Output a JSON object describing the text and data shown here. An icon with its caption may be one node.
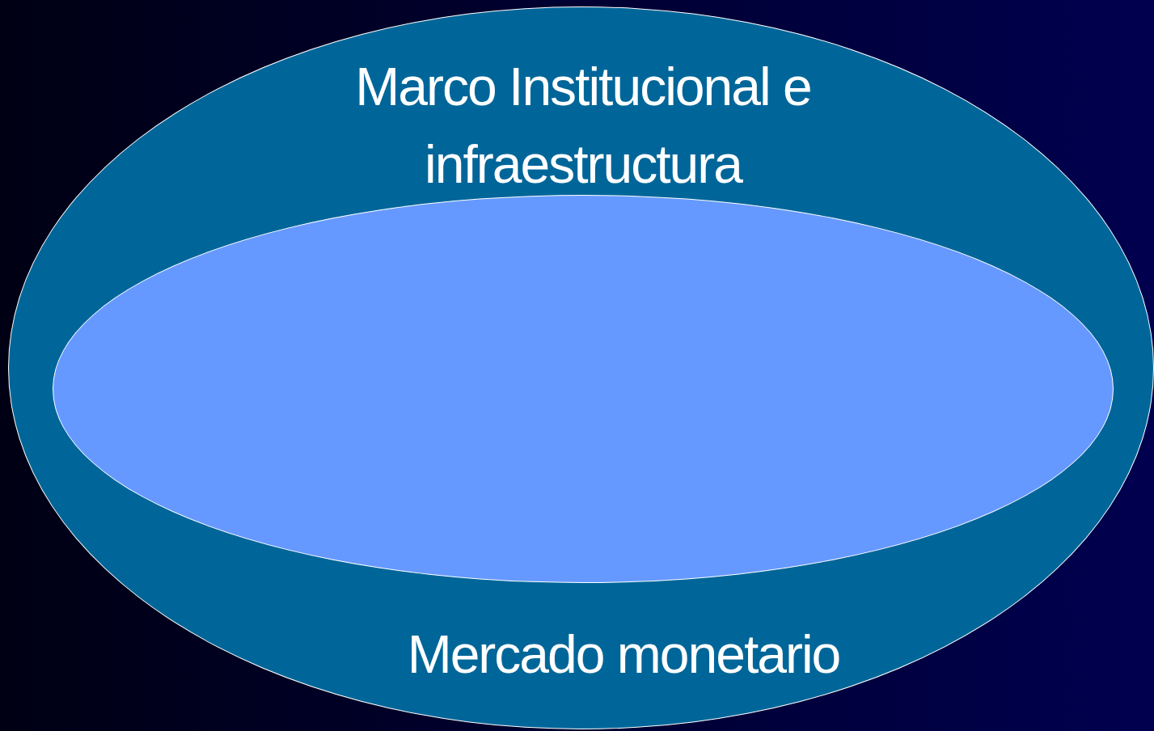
{
  "diagram": {
    "nodes": [
      {
        "text": [
          "Marco Institucional e infraestructura",
          "Mercado monetario"
        ]
      },
      {
        "text": [],
        "shape": "ellipse",
        "in": 0
      }
    ]
  }
}
